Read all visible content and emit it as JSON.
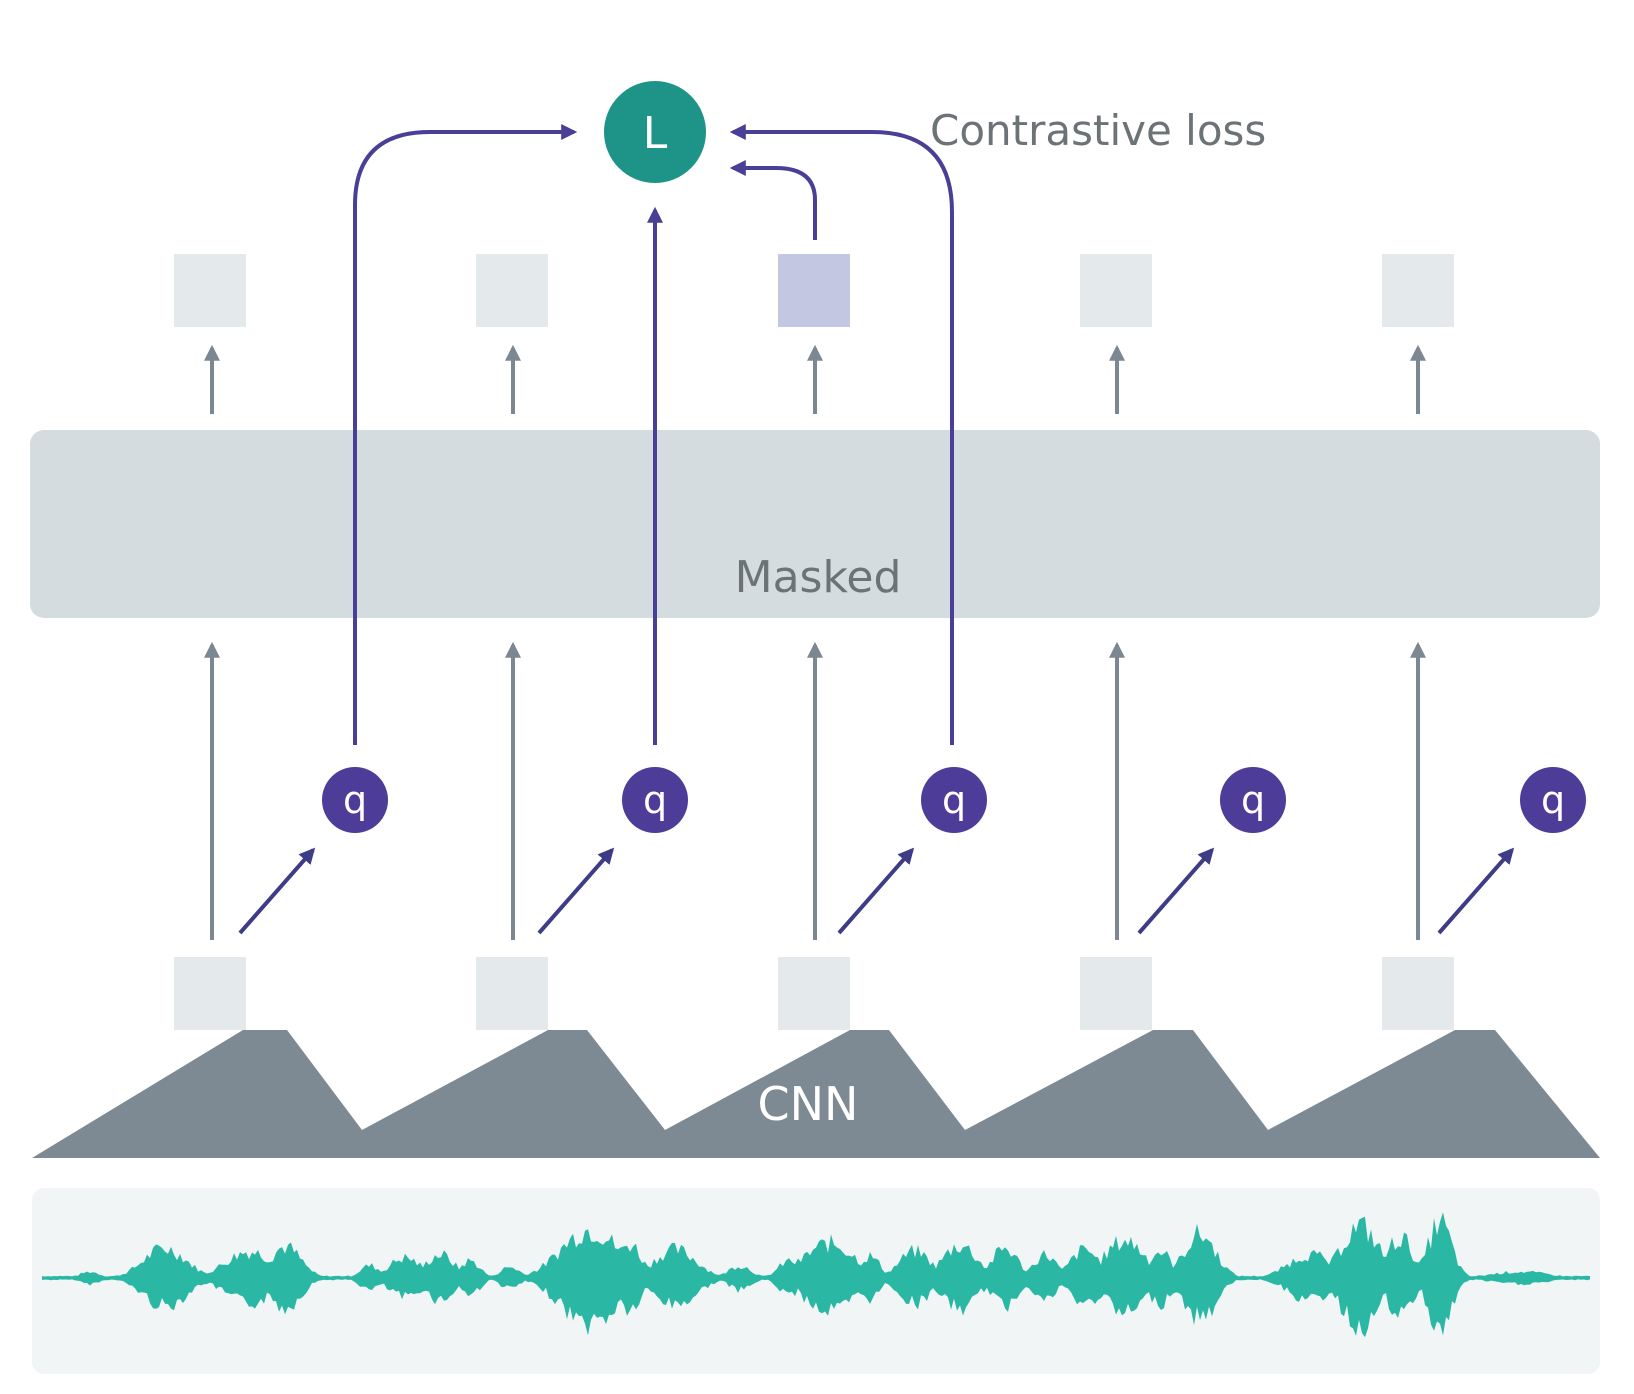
{
  "loss": {
    "symbol": "L",
    "label": "Contrastive loss"
  },
  "encoder": {
    "label": "Masked"
  },
  "cnn": {
    "label": "CNN"
  },
  "quantizer": {
    "symbol": "q"
  },
  "colors": {
    "loss_node": "#1e9488",
    "loss_arrow": "#4a3f96",
    "quantizer_node": "#4d3d99",
    "context_box": "#e4e9ec",
    "target_box": "#c3c7e2",
    "encoder_band": "#d5dcdf",
    "arrow_gray": "#7c8891",
    "cnn_fill": "#7d8a94",
    "waveform": "#2ab8a5",
    "waveform_bg": "#f2f5f6",
    "label_gray": "#6b7377",
    "background": "#ffffff"
  }
}
